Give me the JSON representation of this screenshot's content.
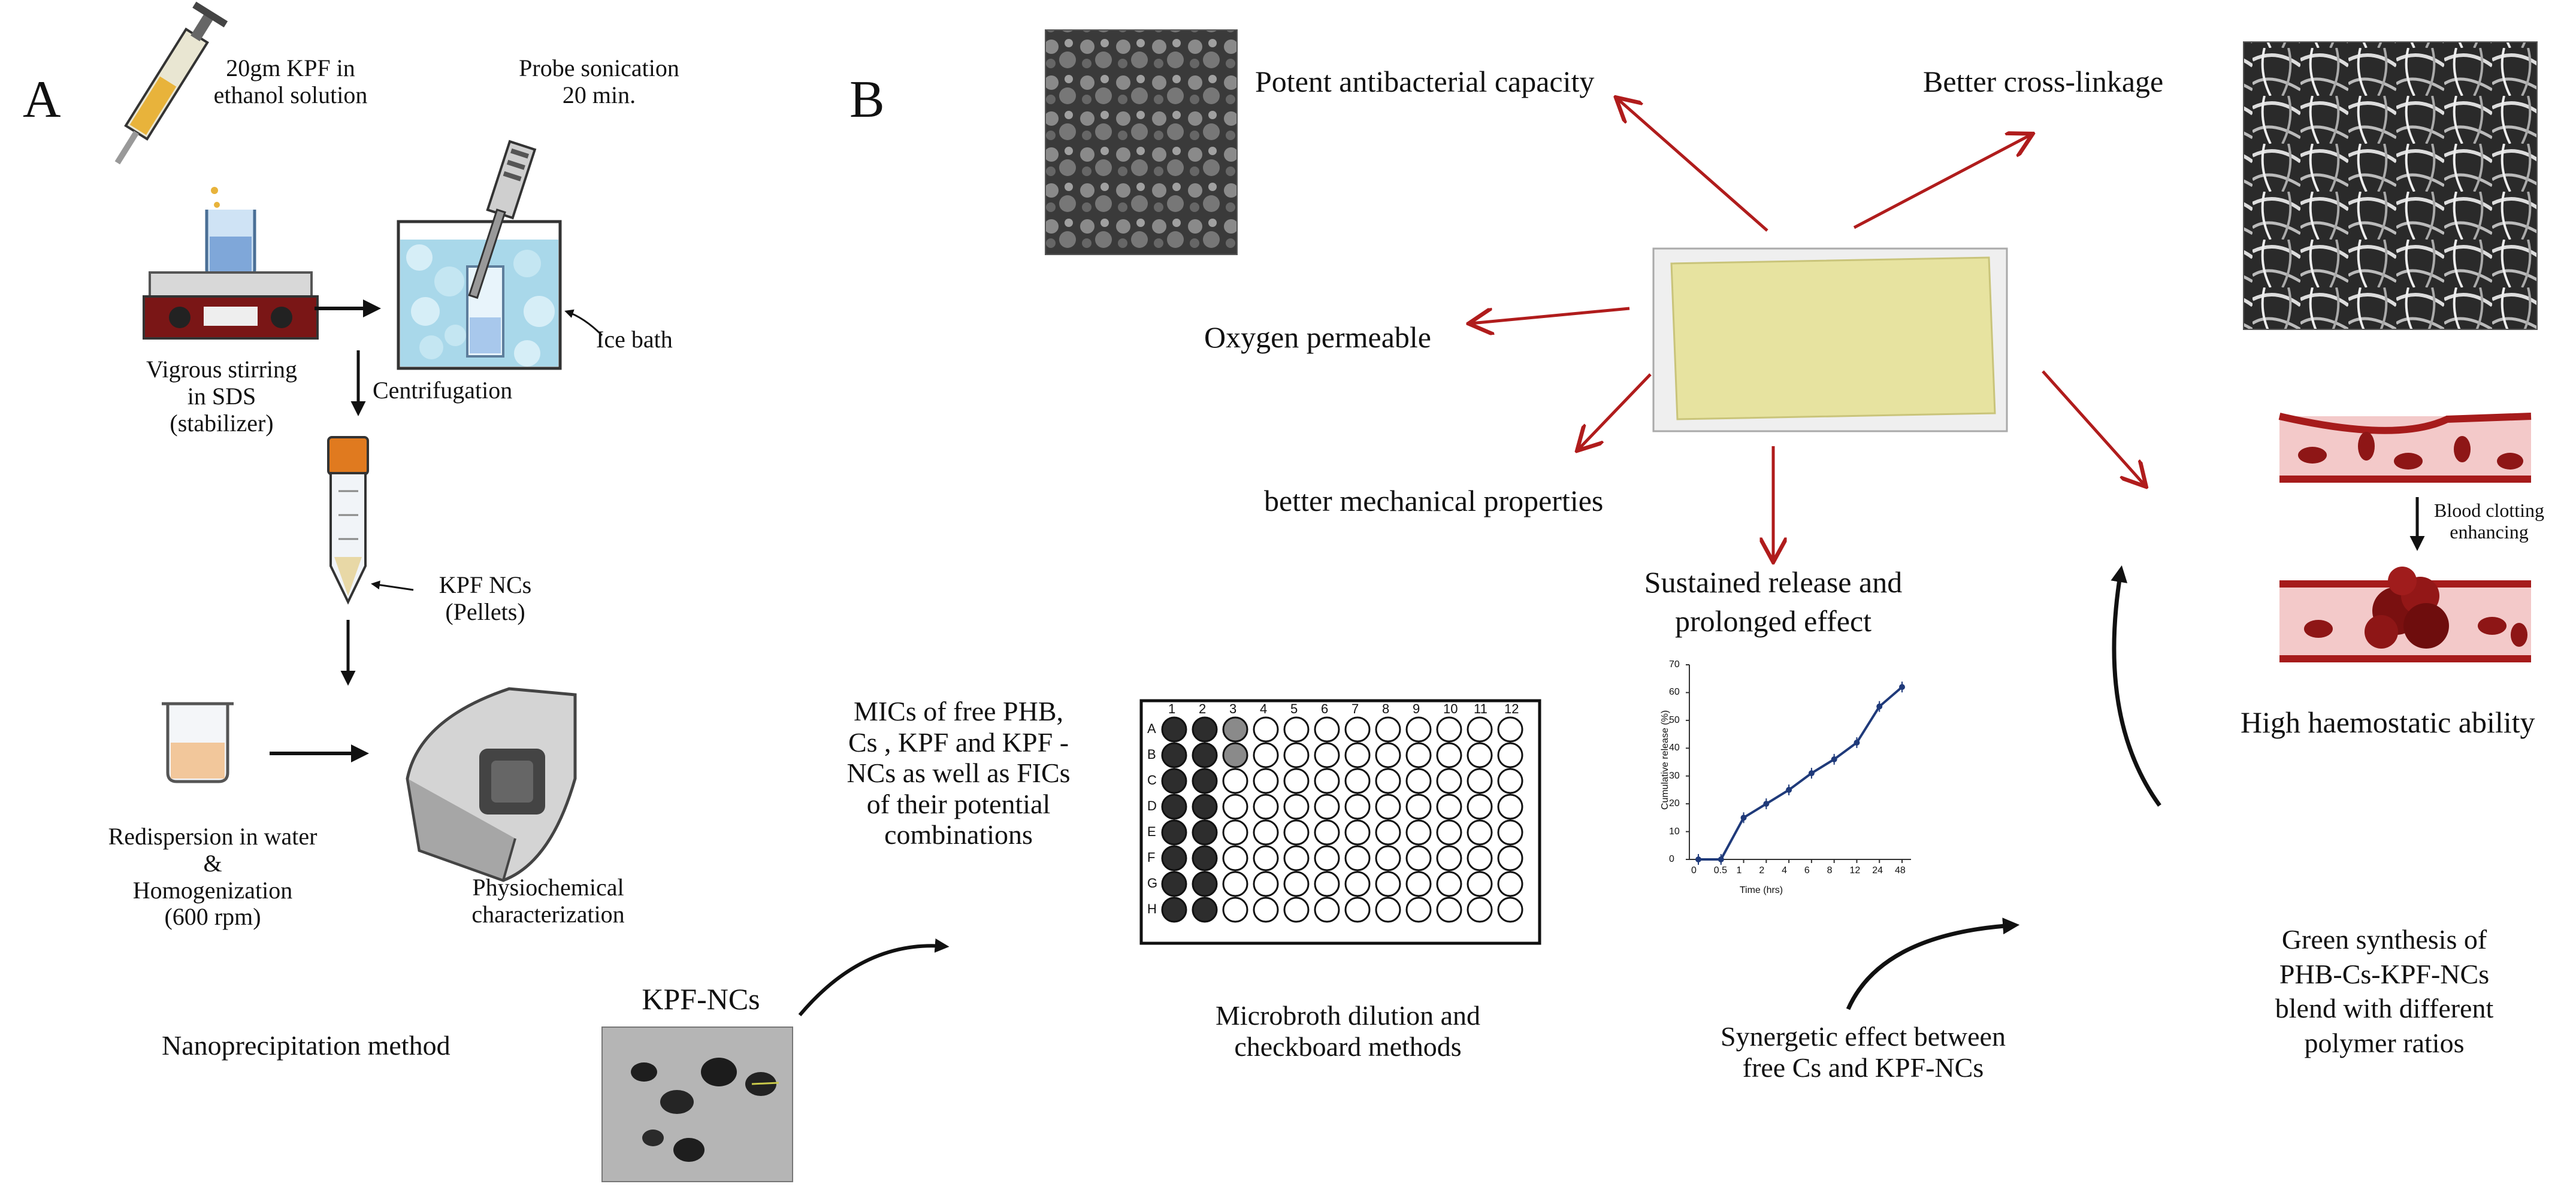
{
  "panels": {
    "a": "A",
    "b": "B"
  },
  "panel_a": {
    "syringe_label": [
      "20gm KPF in",
      "ethanol solution"
    ],
    "sonication_label": [
      "Probe sonication",
      "20 min."
    ],
    "ice_bath": "Ice bath",
    "stirring_label": [
      "Vigrous stirring",
      "in SDS",
      "(stabilizer)"
    ],
    "centrifugation": "Centrifugation",
    "pellets_label": [
      "KPF NCs",
      "(Pellets)"
    ],
    "redispersion_label": [
      "Redispersion in water",
      "&",
      "Homogenization",
      "(600 rpm)"
    ],
    "characterization_label": [
      "Physiochemical",
      "characterization"
    ],
    "method_title": "Nanoprecipitation method"
  },
  "panel_b": {
    "kpf_ncs": "KPF-NCs",
    "mics_text": [
      "MICs of free PHB,",
      "Cs , KPF and KPF -",
      "NCs as well as FICs",
      "of their potential",
      "combinations"
    ],
    "plate_columns": [
      "1",
      "2",
      "3",
      "4",
      "5",
      "6",
      "7",
      "8",
      "9",
      "10",
      "11",
      "12"
    ],
    "plate_rows": [
      "A",
      "B",
      "C",
      "D",
      "E",
      "F",
      "G",
      "H"
    ],
    "microbroth_label": [
      "Microbroth dilution and",
      "checkboard methods"
    ],
    "synergetic_label": [
      "Synergetic effect between",
      "free Cs and KPF-NCs"
    ],
    "green_synthesis_label": [
      "Green synthesis of",
      "PHB-Cs-KPF-NCs",
      "blend with different",
      "polymer ratios"
    ],
    "properties": {
      "antibacterial": "Potent antibacterial  capacity",
      "crosslinkage": "Better cross-linkage",
      "oxygen": "Oxygen  permeable",
      "mechanical": "better mechanical   properties",
      "sustained": [
        "Sustained release and",
        "prolonged  effect"
      ],
      "haemostatic": "High haemostatic  ability"
    },
    "blood_clotting_label": [
      "Blood clotting",
      "enhancing"
    ]
  },
  "release_chart": {
    "ylabel": "Cumulative release (%)",
    "xlabel": "Time (hrs)",
    "x_ticks": [
      "0",
      "0.5",
      "1",
      "2",
      "4",
      "6",
      "8",
      "12",
      "24",
      "48"
    ],
    "y_ticks": [
      "0",
      "10",
      "20",
      "30",
      "40",
      "50",
      "60",
      "70"
    ],
    "y_max": 70
  },
  "chart_data": {
    "type": "line",
    "categories": [
      "0",
      "0.5",
      "1",
      "2",
      "4",
      "6",
      "8",
      "12",
      "24",
      "48"
    ],
    "values": [
      0,
      0,
      15,
      20,
      25,
      31,
      36,
      42,
      55,
      62
    ],
    "xlabel": "Time (hrs)",
    "ylabel": "Cumulative release (%)",
    "ylim": [
      0,
      70
    ],
    "color": "#1f3a7a"
  },
  "colors": {
    "arrow_red": "#b01c1c",
    "film": "#e7e3a0",
    "blood_vessel": "#f3c9c9",
    "blood_cell": "#8e1616",
    "ice": "#9fd3e6",
    "well_dark": "#2d2d2d"
  }
}
